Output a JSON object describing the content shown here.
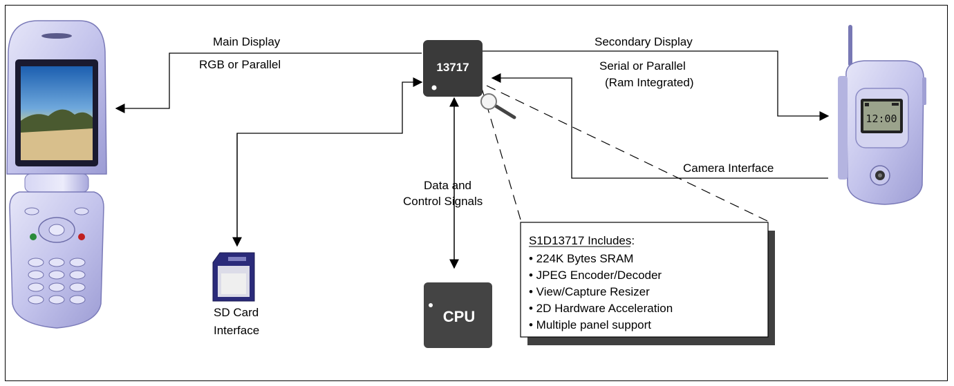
{
  "labels": {
    "main_display": "Main Display",
    "rgb_parallel": "RGB or Parallel",
    "secondary_display": "Secondary Display",
    "serial_parallel": "Serial or Parallel",
    "ram_integrated": "(Ram Integrated)",
    "camera_interface": "Camera Interface",
    "data_and": "Data and",
    "control_signals": "Control Signals",
    "sd_card": "SD Card",
    "interface": "Interface"
  },
  "chip": {
    "label": "13717",
    "color": "#3a3a3a"
  },
  "cpu": {
    "label": "CPU",
    "color": "#444444"
  },
  "includes": {
    "heading": "S1D13717 Includes:",
    "items": [
      "• 224K Bytes SRAM",
      "• JPEG Encoder/Decoder",
      "• View/Capture Resizer",
      "• 2D Hardware Acceleration",
      "• Multiple panel support"
    ]
  },
  "flip_phone_clock": "12:00",
  "icons": [
    "open-flip-phone-icon",
    "closed-flip-phone-icon",
    "sd-card-icon",
    "magnifier-icon"
  ]
}
